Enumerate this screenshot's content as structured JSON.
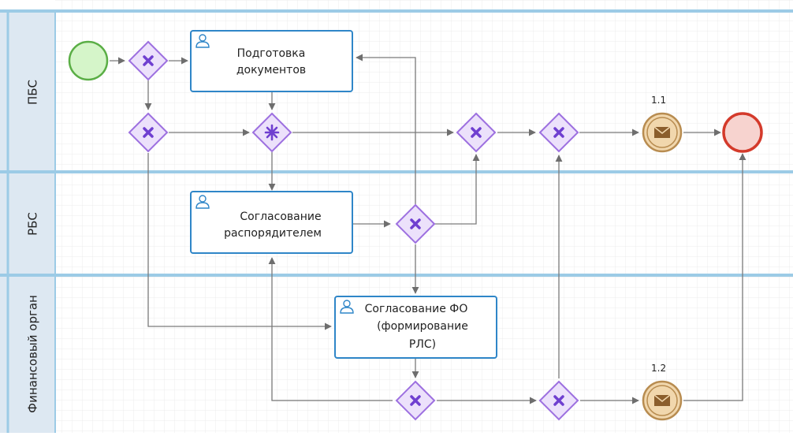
{
  "lanes": [
    {
      "label": "ПБС"
    },
    {
      "label": "РБС"
    },
    {
      "label": "Финансовый орган"
    }
  ],
  "tasks": {
    "prepare_docs": {
      "line1": "Подготовка",
      "line2": "документов"
    },
    "approve_manager": {
      "line1": "Согласование",
      "line2": "распорядителем"
    },
    "approve_fo": {
      "line1": "Согласование ФО",
      "line2": "(формирование",
      "line3": "РЛС)"
    }
  },
  "events": {
    "msg_1_1": {
      "label": "1.1"
    },
    "msg_1_2": {
      "label": "1.2"
    }
  },
  "icons": {
    "user_task": "user-icon",
    "exclusive_gateway": "x-icon",
    "complex_gateway": "asterisk-icon",
    "message_event": "envelope-icon"
  },
  "colors": {
    "lane_header_bg": "#dde8f2",
    "lane_separator": "#9ccbe6",
    "grid_line": "#ececec",
    "task_border": "#2f86c8",
    "gateway_fill": "#ece1fb",
    "gateway_stroke": "#9d70e0",
    "gateway_mark": "#6f3fd0",
    "start_fill": "#d5f5c9",
    "start_stroke": "#5aae45",
    "end_fill": "#f7d3cf",
    "end_stroke": "#d43a2b",
    "message_fill": "#f1d7ad",
    "message_stroke": "#b88c50",
    "flow_line": "#7a7a7a"
  }
}
